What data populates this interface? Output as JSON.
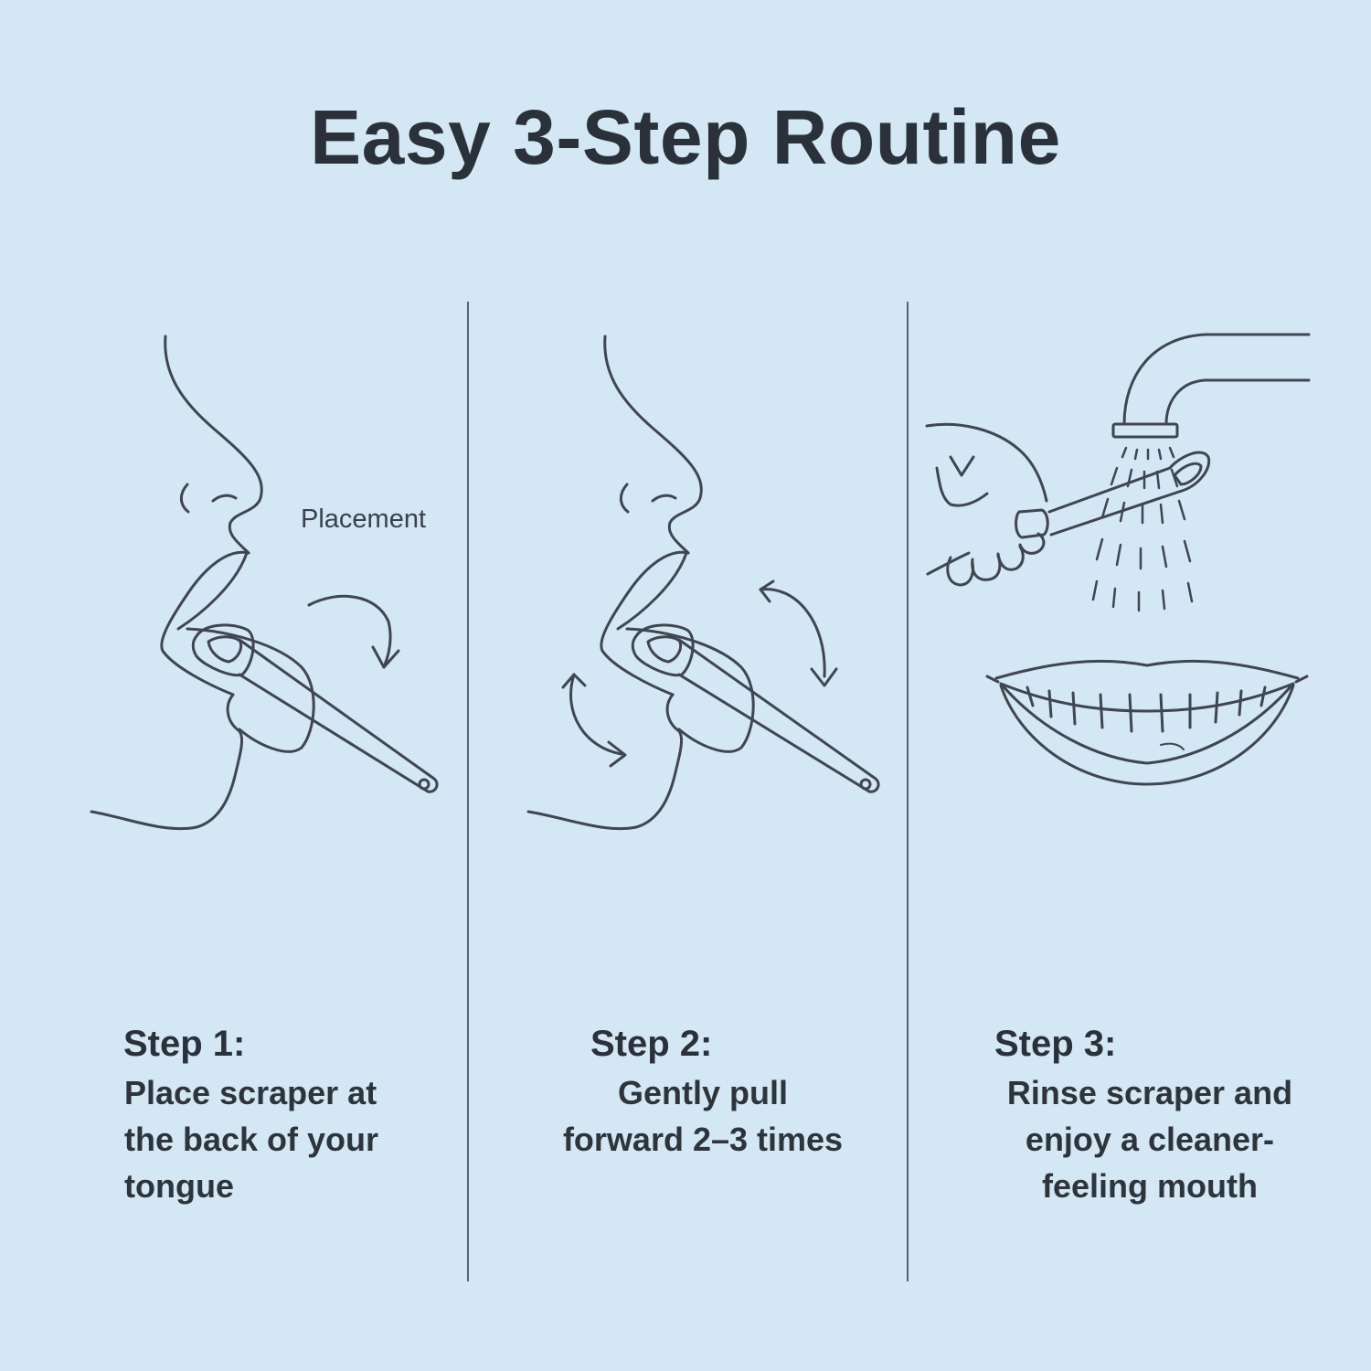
{
  "title": "Easy 3-Step Routine",
  "placement_label": "Placement",
  "steps": [
    {
      "heading": "Step 1:",
      "lines": [
        "Place scraper at",
        "the back of your",
        "tongue"
      ]
    },
    {
      "heading": "Step 2:",
      "lines": [
        "Gently pull",
        "forward 2–3 times"
      ]
    },
    {
      "heading": "Step 3:",
      "lines": [
        "Rinse scraper and",
        "enjoy a cleaner-",
        "feeling mouth"
      ]
    }
  ],
  "colors": {
    "background": "#d4e7f4",
    "ink": "#2b313a",
    "line": "#3f4650"
  },
  "icons": [
    "face-profile-icon",
    "tongue-scraper-icon",
    "curved-arrow-icon",
    "faucet-icon",
    "hand-icon",
    "smile-icon"
  ]
}
